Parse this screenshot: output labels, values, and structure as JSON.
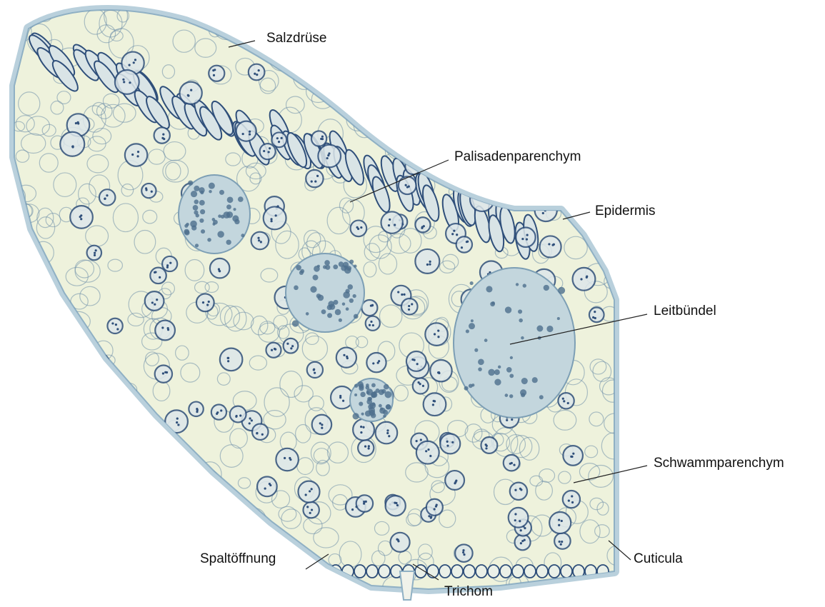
{
  "figure": {
    "subject": "leaf cross-section micrograph",
    "background_color": "#ffffff",
    "tissue_fill_color": "#eef2dc",
    "cell_wall_color": "#6f8faa",
    "cell_stain_color": "#2f4f7a",
    "cuticle_color": "#b9d0dc",
    "leader_line_color": "#222222"
  },
  "labels": {
    "salzdruese": "Salzdrüse",
    "palisadenparenchym": "Palisadenparenchym",
    "epidermis": "Epidermis",
    "leitbuendel": "Leitbündel",
    "schwammparenchym": "Schwammparenchym",
    "spaltoeffnung": "Spaltöffnung",
    "cuticula": "Cuticula",
    "trichom": "Trichom"
  }
}
